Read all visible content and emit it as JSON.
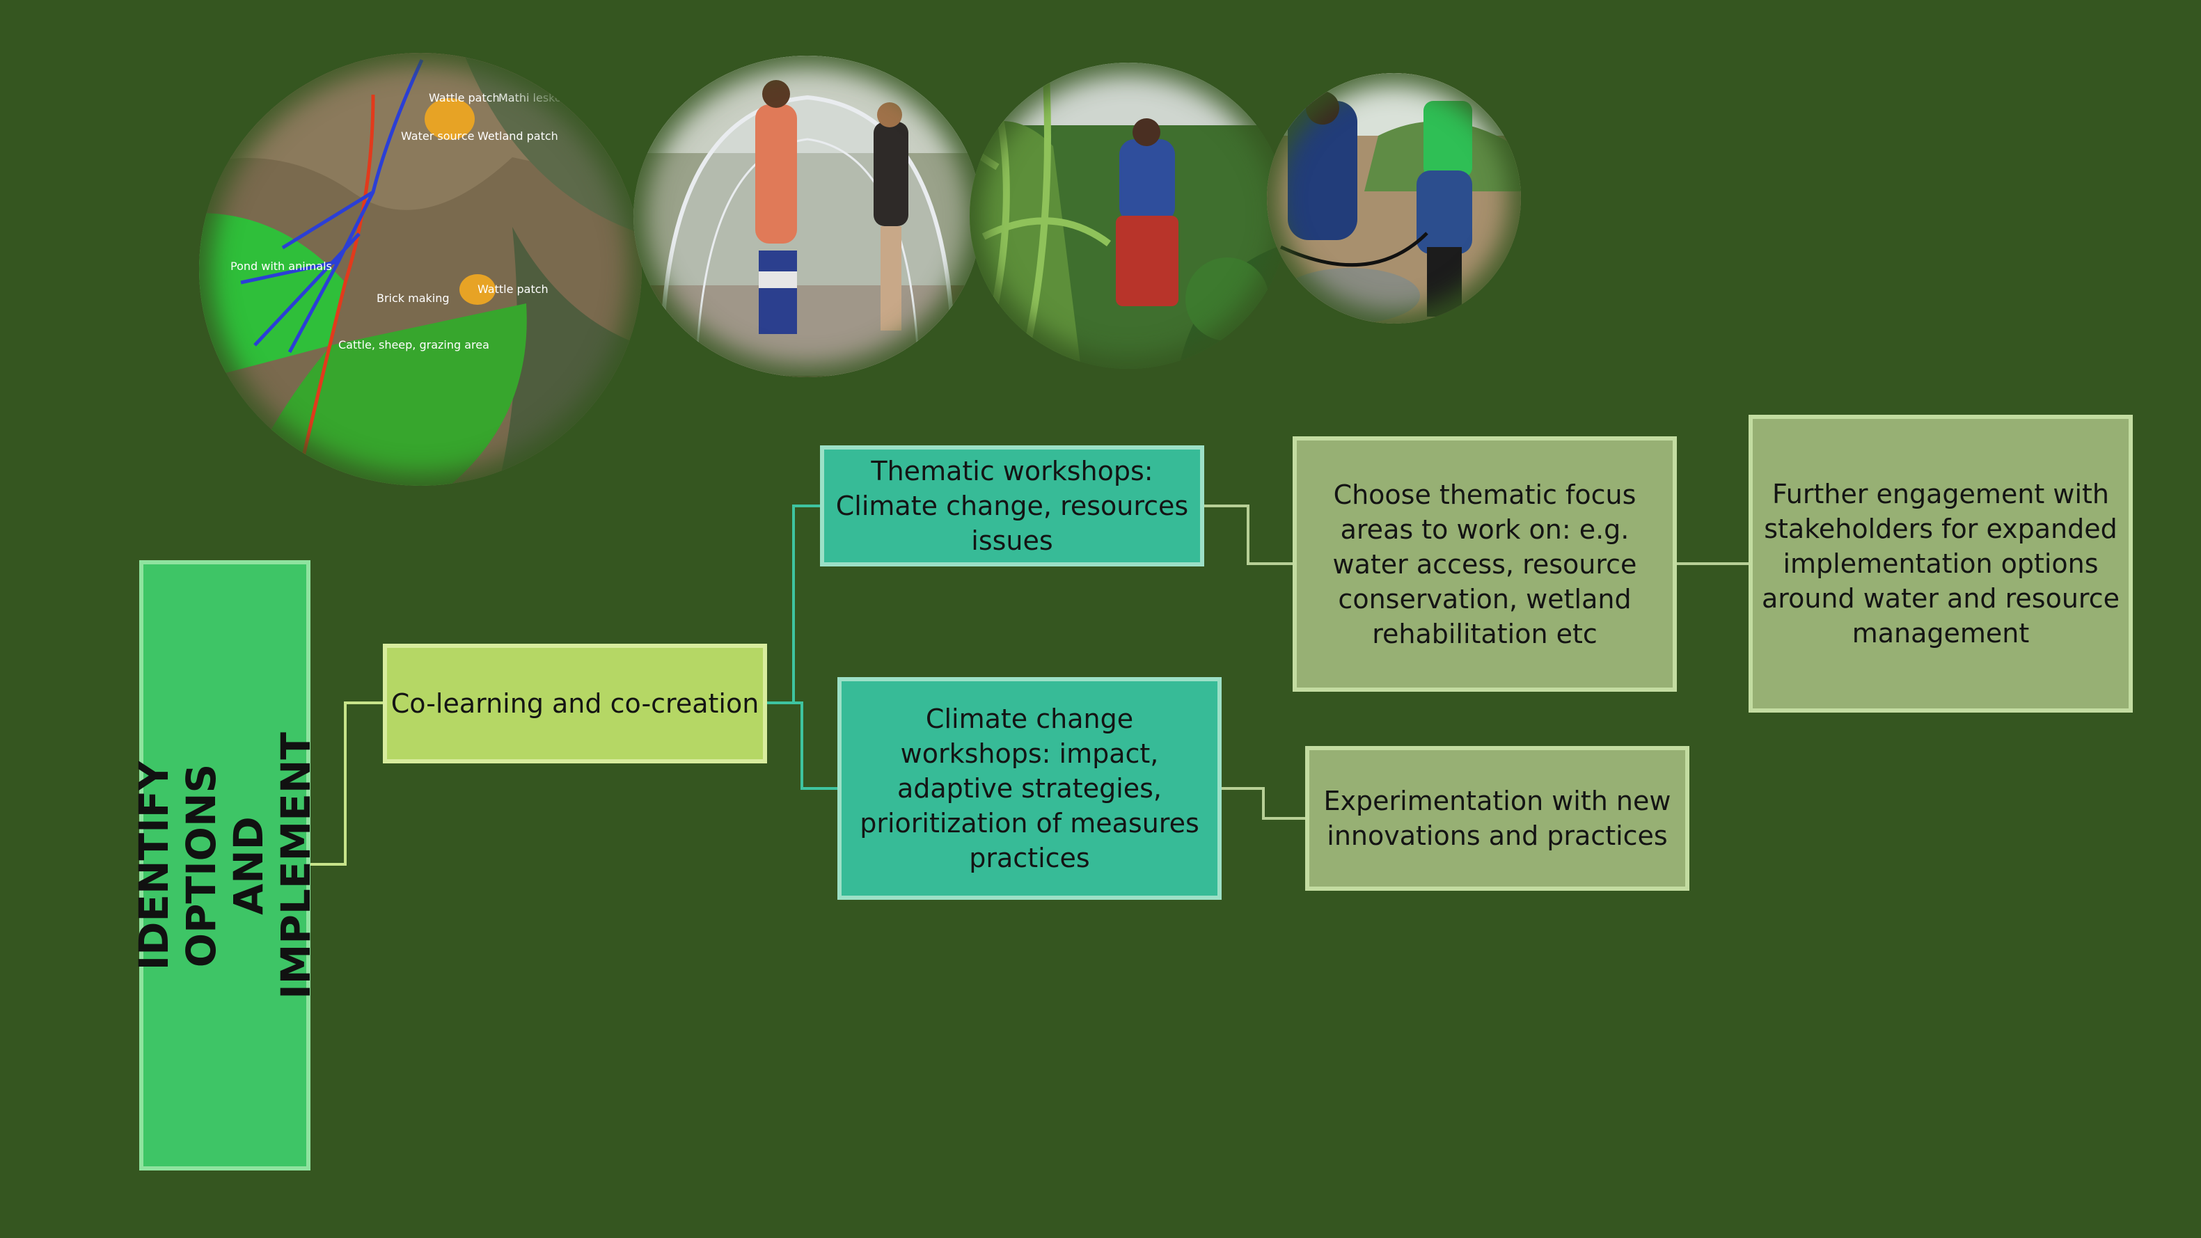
{
  "diagram": {
    "root": "IDENTIFY OPTIONS AND IMPLEMENT",
    "colearning": "Co-learning and co-creation",
    "thematic_workshops": "Thematic workshops: Climate change, resources issues",
    "climate_workshops": "Climate change workshops: impact, adaptive strategies, prioritization of measures practices",
    "thematic_focus": "Choose thematic focus areas to work on: e.g. water access, resource conservation, wetland rehabilitation etc",
    "further_engagement": "Further engagement with stakeholders for expanded implementation options around water and resource management",
    "experimentation": "Experimentation with new innovations and practices"
  },
  "photos": [
    {
      "subject": "map-photo",
      "labels": [
        "Wattle patch",
        "Mathi leskole",
        "Water source",
        "Wetland patch",
        "Pond with animals",
        "Brick making",
        "Wattle patch",
        "Cattle, sheep, grazing area"
      ]
    },
    {
      "subject": "tunnel-construction-photo"
    },
    {
      "subject": "maize-garden-photo"
    },
    {
      "subject": "drip-irrigation-photo"
    }
  ],
  "colors": {
    "background": "#355620",
    "root_fill": "#3ec566",
    "colearning_fill": "#b5d765",
    "teal_fill": "#37bb97",
    "olive_fill": "#97b074"
  }
}
